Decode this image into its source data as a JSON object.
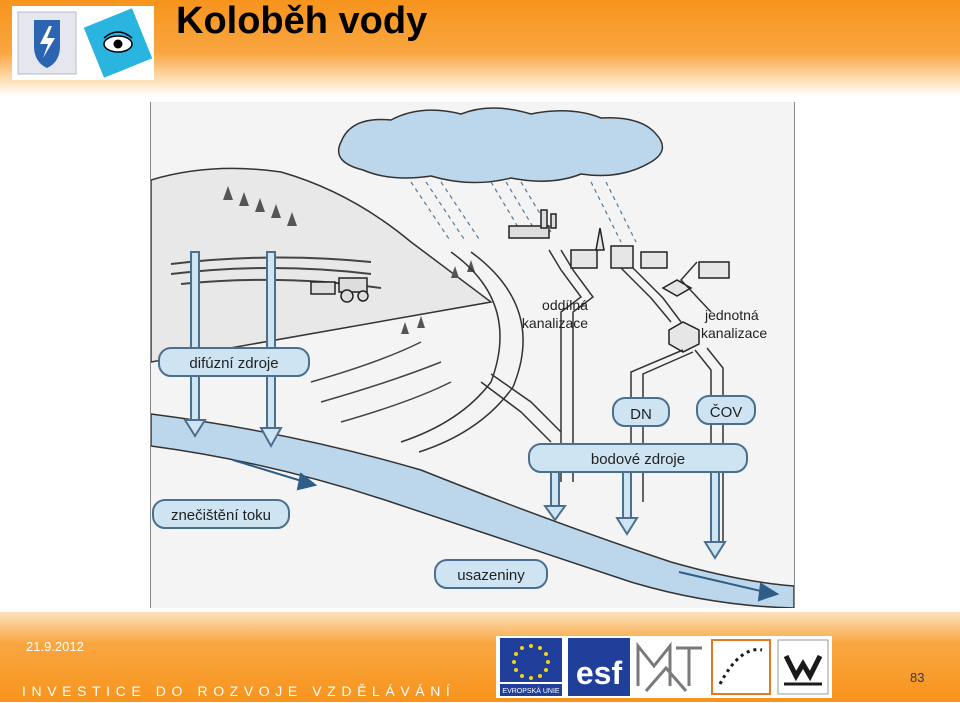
{
  "slide": {
    "title": "Koloběh vody",
    "date": "21.9.2012",
    "motto": "INVESTICE DO ROZVOJE VZDĚLÁVÁNÍ",
    "page_number": "83"
  },
  "diagram": {
    "labels": {
      "oddilna_line1": "oddílná",
      "oddilna_line2": "kanalizace",
      "jednotna_line1": "jednotná",
      "jednotna_line2": "kanalizace",
      "difuzni": "difúzní zdroje",
      "dn": "DN",
      "cov": "ČOV",
      "bodove": "bodové zdroje",
      "znecisteni": "znečištění toku",
      "usazeniny": "usazeniny"
    }
  },
  "logos": {
    "eu_text": "EVROPSKÁ UNIE",
    "esf_text": "esf"
  },
  "colors": {
    "orange": "#f7941d",
    "box_fill": "#cfe4f3",
    "box_stroke": "#4b6f8c",
    "river": "#bcd7ec"
  }
}
